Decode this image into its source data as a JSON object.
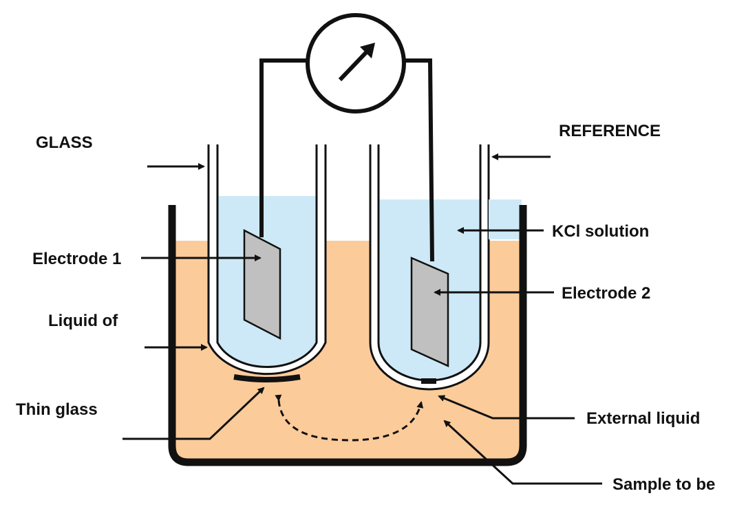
{
  "labels": {
    "glass": "GLASS",
    "reference": "REFERENCE",
    "kcl_solution": "KCl solution",
    "electrode1": "Electrode 1",
    "electrode2": "Electrode 2",
    "liquid_of": "Liquid of",
    "thin_glass": "Thin glass",
    "external_liquid": "External liquid",
    "sample_to_be": "Sample to be"
  },
  "colors": {
    "sample_liquid": "#fccb9a",
    "kcl_liquid": "#cde9f7",
    "electrode_plate": "#c0c0c0",
    "outline": "#111111"
  },
  "icons": {
    "meter": "galvanometer-icon"
  }
}
